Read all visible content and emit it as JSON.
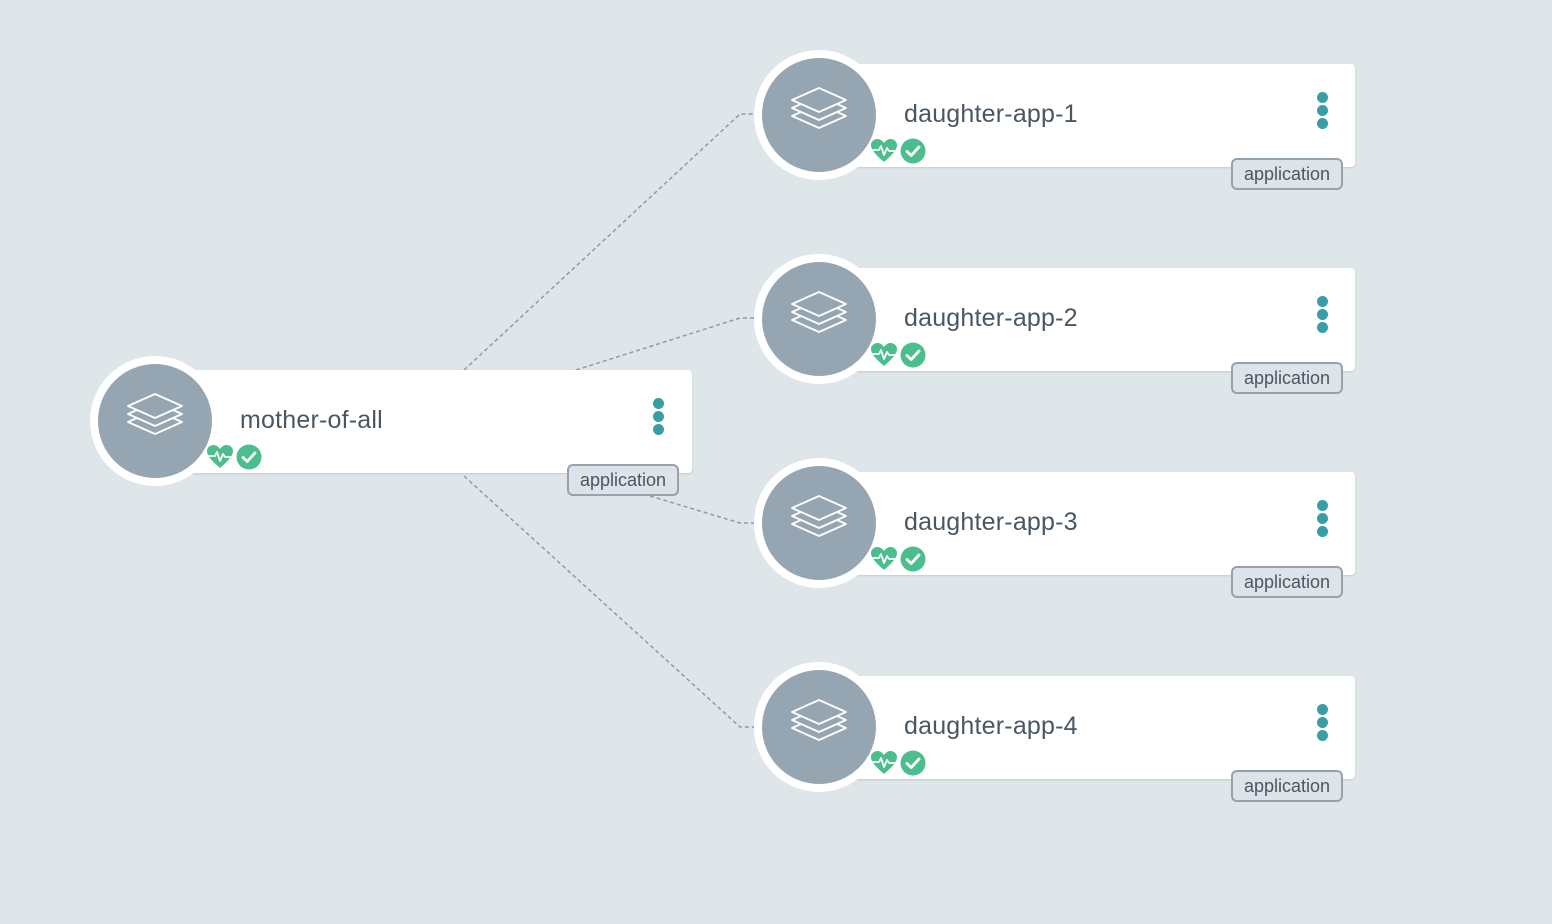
{
  "app": {
    "background": "#dee6ea",
    "accent": "#3a9ea6",
    "healthy_color": "#4cbd8c",
    "icon_bg": "#95a5b1"
  },
  "tree": {
    "nodes": [
      {
        "id": "mother",
        "title": "mother-of-all",
        "kind": "application",
        "health": "Healthy",
        "sync": "Synced",
        "icon": "layers-icon"
      },
      {
        "id": "d1",
        "title": "daughter-app-1",
        "kind": "application",
        "health": "Healthy",
        "sync": "Synced",
        "icon": "layers-icon"
      },
      {
        "id": "d2",
        "title": "daughter-app-2",
        "kind": "application",
        "health": "Healthy",
        "sync": "Synced",
        "icon": "layers-icon"
      },
      {
        "id": "d3",
        "title": "daughter-app-3",
        "kind": "application",
        "health": "Healthy",
        "sync": "Synced",
        "icon": "layers-icon"
      },
      {
        "id": "d4",
        "title": "daughter-app-4",
        "kind": "application",
        "health": "Healthy",
        "sync": "Synced",
        "icon": "layers-icon"
      }
    ],
    "edges": [
      {
        "from": "mother",
        "to": "d1"
      },
      {
        "from": "mother",
        "to": "d2"
      },
      {
        "from": "mother",
        "to": "d3"
      },
      {
        "from": "mother",
        "to": "d4"
      }
    ]
  }
}
